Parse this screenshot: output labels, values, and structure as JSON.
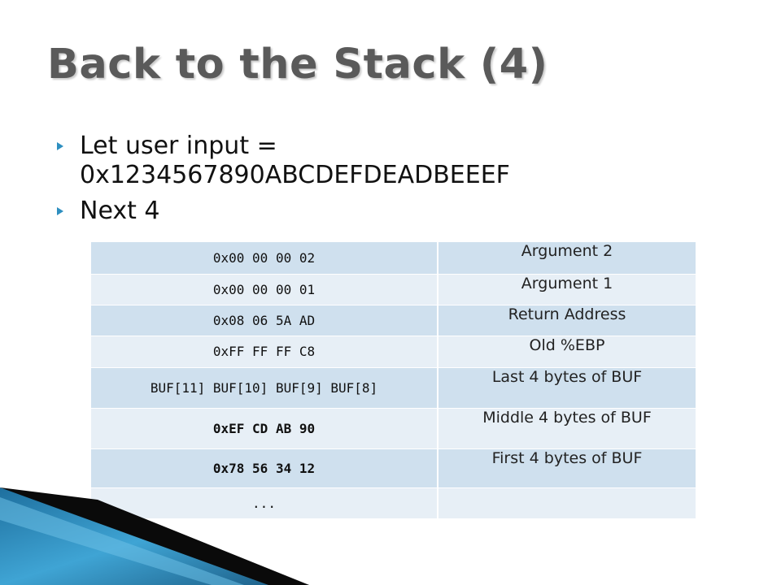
{
  "slide": {
    "title": "Back to the Stack (4)",
    "bullets": [
      {
        "text": "Let user input = 0x1234567890ABCDEFDEADBEEEF"
      },
      {
        "text": "Next 4"
      }
    ]
  },
  "stack_table": {
    "rows": [
      {
        "value": "0x00 00 00 02",
        "label": "Argument 2"
      },
      {
        "value": "0x00 00 00 01",
        "label": "Argument 1"
      },
      {
        "value": "0x08 06 5A AD",
        "label": "Return Address"
      },
      {
        "value": "0xFF FF FF C8",
        "label": "Old %EBP"
      },
      {
        "value": "BUF[11] BUF[10] BUF[9] BUF[8]",
        "label": "Last 4 bytes of BUF"
      },
      {
        "value": "0xEF CD AB 90",
        "label": "Middle 4 bytes of BUF"
      },
      {
        "value": "0x78 56 34 12",
        "label": "First 4 bytes of BUF"
      },
      {
        "value": "...",
        "label": ""
      }
    ]
  },
  "colors": {
    "row_dark": "#cfe0ee",
    "row_light": "#e7eff6",
    "bullet_arrow": "#2e8fc0",
    "title": "#5a5a5a"
  }
}
